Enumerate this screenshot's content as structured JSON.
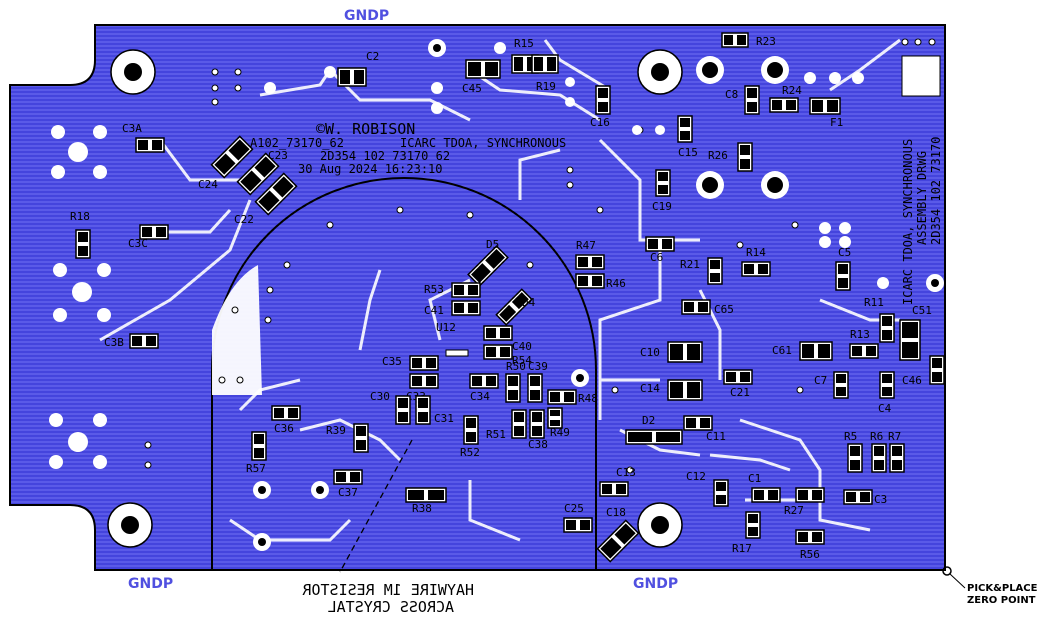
{
  "colors": {
    "copper": "#4a4ae0",
    "copper_light": "#8a8af5",
    "trace_hatch": "#6a6af0",
    "outline": "#000000",
    "silk": "#000000",
    "pad": "#ffffff",
    "gnd_label": "#5050e0"
  },
  "header": {
    "copyright": "©W. ROBISON",
    "part_number": "A102_73170_62",
    "title": "ICARC TDOA, SYNCHRONOUS",
    "doc_number": "2D354  102  73170  62",
    "timestamp": "30 Aug 2024 16:23:10"
  },
  "right_title": {
    "line1": "ICARC TDOA, SYNCHRONOUS",
    "line2": "ASSEMBLY DRWG",
    "line3": "2D354 102 73170"
  },
  "gnd_labels": [
    "GNDP",
    "GNDP",
    "GNDP"
  ],
  "note": {
    "line1": "HAYWIRE 1M RESISTOR",
    "line2": "ACROSS CRYSTAL"
  },
  "pick_place": {
    "line1": "PICK&PLACE",
    "line2": "ZERO POINT"
  },
  "ic_label": "U12",
  "components": [
    {
      "ref": "C2"
    },
    {
      "ref": "R15"
    },
    {
      "ref": "R19"
    },
    {
      "ref": "C45"
    },
    {
      "ref": "R23"
    },
    {
      "ref": "C3A"
    },
    {
      "ref": "C16"
    },
    {
      "ref": "C8"
    },
    {
      "ref": "R24"
    },
    {
      "ref": "F1"
    },
    {
      "ref": "C15"
    },
    {
      "ref": "R26"
    },
    {
      "ref": "C24"
    },
    {
      "ref": "C23"
    },
    {
      "ref": "C22"
    },
    {
      "ref": "C19"
    },
    {
      "ref": "R18"
    },
    {
      "ref": "C3C"
    },
    {
      "ref": "D5"
    },
    {
      "ref": "R47"
    },
    {
      "ref": "C6"
    },
    {
      "ref": "R21"
    },
    {
      "ref": "R14"
    },
    {
      "ref": "C5"
    },
    {
      "ref": "R53"
    },
    {
      "ref": "R46"
    },
    {
      "ref": "C41"
    },
    {
      "ref": "D4"
    },
    {
      "ref": "R11"
    },
    {
      "ref": "C65"
    },
    {
      "ref": "C3B"
    },
    {
      "ref": "C40"
    },
    {
      "ref": "R54"
    },
    {
      "ref": "R13"
    },
    {
      "ref": "C51"
    },
    {
      "ref": "C10"
    },
    {
      "ref": "C61"
    },
    {
      "ref": "C35"
    },
    {
      "ref": "R50"
    },
    {
      "ref": "C39"
    },
    {
      "ref": "C7"
    },
    {
      "ref": "C46"
    },
    {
      "ref": "C33"
    },
    {
      "ref": "C34"
    },
    {
      "ref": "C14"
    },
    {
      "ref": "C21"
    },
    {
      "ref": "C4"
    },
    {
      "ref": "C30"
    },
    {
      "ref": "R48"
    },
    {
      "ref": "C31"
    },
    {
      "ref": "C36"
    },
    {
      "ref": "R39"
    },
    {
      "ref": "R51"
    },
    {
      "ref": "R49"
    },
    {
      "ref": "D2"
    },
    {
      "ref": "C11"
    },
    {
      "ref": "R5"
    },
    {
      "ref": "R6"
    },
    {
      "ref": "R7"
    },
    {
      "ref": "R52"
    },
    {
      "ref": "C38"
    },
    {
      "ref": "R57"
    },
    {
      "ref": "C13"
    },
    {
      "ref": "C12"
    },
    {
      "ref": "C1"
    },
    {
      "ref": "C37"
    },
    {
      "ref": "R27"
    },
    {
      "ref": "C3"
    },
    {
      "ref": "R38"
    },
    {
      "ref": "C25"
    },
    {
      "ref": "C18"
    },
    {
      "ref": "R17"
    },
    {
      "ref": "R56"
    }
  ]
}
